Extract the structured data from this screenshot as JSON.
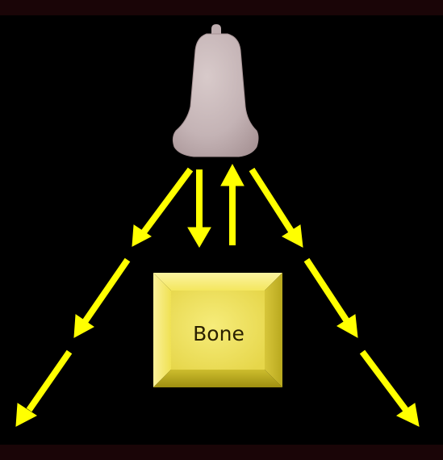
{
  "diagram": {
    "bone_label": "Bone",
    "colors": {
      "background": "#000000",
      "frame": "#1a0507",
      "arrow": "#ffff00",
      "probe": "#c6b6b8",
      "bone_fill": "#f3e85a",
      "bone_text": "#2a2000"
    },
    "elements": {
      "probe": "ultrasound-probe",
      "bone": "bone-block",
      "arrows": [
        "left-outer-beam",
        "center-down-beam",
        "center-up-echo",
        "right-outer-beam"
      ]
    }
  }
}
